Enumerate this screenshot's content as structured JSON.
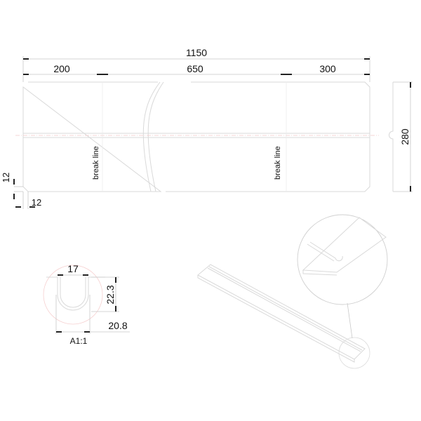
{
  "dimensions": {
    "overall_length": "1150",
    "left_segment": "200",
    "middle_segment": "650",
    "right_segment": "300",
    "height": "280",
    "corner_vertical": "12",
    "corner_horizontal": "12"
  },
  "labels": {
    "break_line_left": "break line",
    "break_line_right": "break line"
  },
  "detail": {
    "groove_width": "17",
    "groove_depth": "22.3",
    "outer_width": "20.8",
    "scale_label": "A1:1"
  },
  "colors": {
    "outline": "#d9d9d9",
    "center_line": "#f2c8c8",
    "text": "#111111"
  }
}
